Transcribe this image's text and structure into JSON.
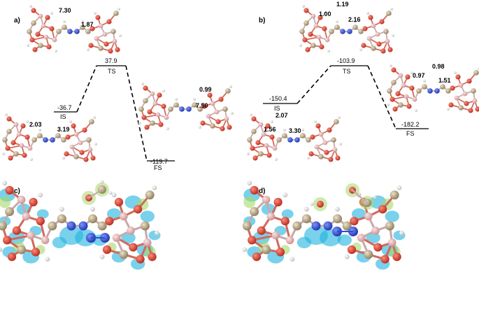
{
  "panels": {
    "a": {
      "label": "a)",
      "ts_energy": "37.9",
      "ts_label": "TS",
      "is_energy": "-36.7",
      "is_label": "IS",
      "fs_energy": "-119.7",
      "fs_label": "FS",
      "distances": {
        "top_left": "7.30",
        "top_right": "1.87",
        "is_left": "2.03",
        "is_right": "3.19",
        "fs_top": "0.99",
        "fs_mid": "7.50"
      }
    },
    "b": {
      "label": "b)",
      "ts_energy": "-103.9",
      "ts_label": "TS",
      "is_energy": "-150.4",
      "is_label": "IS",
      "fs_energy": "-182.2",
      "fs_label": "FS",
      "distances": {
        "top_a": "1.00",
        "top_b": "1.19",
        "top_c": "2.16",
        "is_a": "2.07",
        "is_b": "1.56",
        "is_c": "3.30",
        "fs_a": "0.98",
        "fs_b": "0.97",
        "fs_c": "1.51"
      }
    },
    "c": {
      "label": "c)"
    },
    "d": {
      "label": "d)"
    }
  },
  "colors": {
    "oxygen": "#d23a2a",
    "carbon": "#b9a98a",
    "boron": "#e9b7b7",
    "nitrogen": "#2f4fc9",
    "hydrogen": "#f2f2f2",
    "density_blue": "#1fb2e0",
    "density_green": "#a5d86b"
  }
}
